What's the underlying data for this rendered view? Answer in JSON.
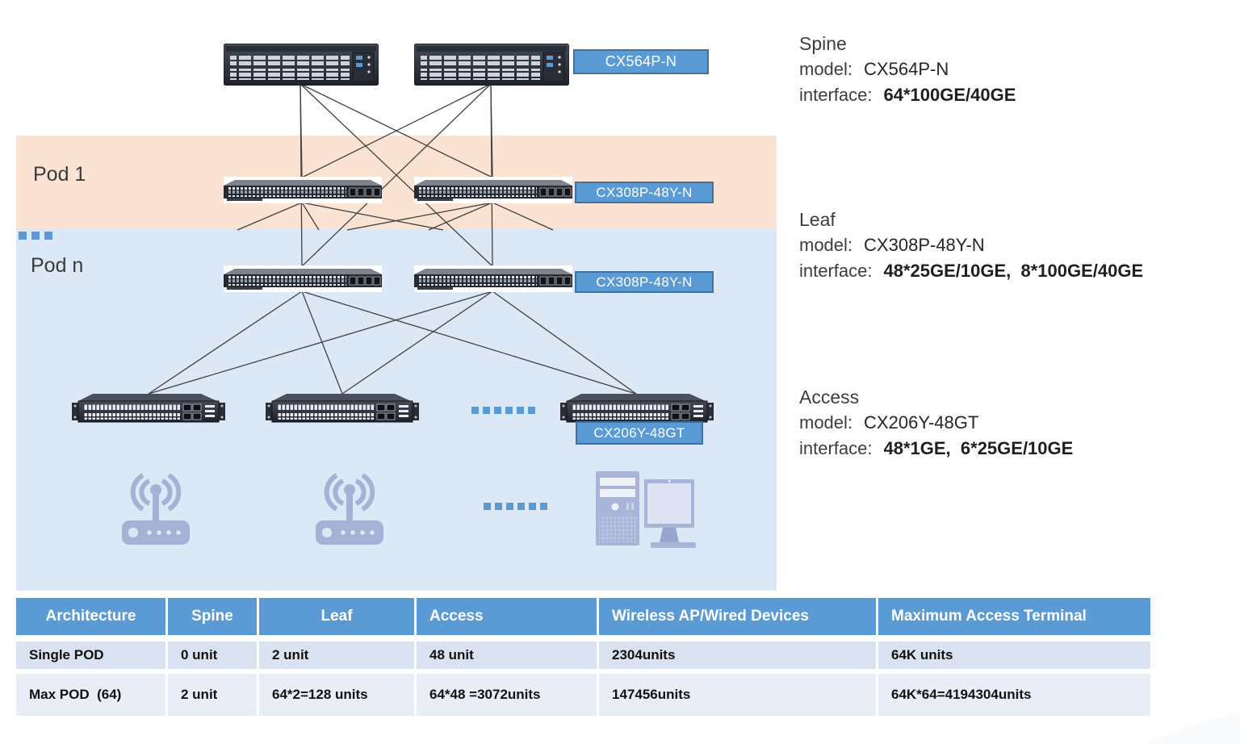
{
  "diagram": {
    "pods": {
      "pod1_label": "Pod 1",
      "podn_label": "Pod n"
    },
    "badges": {
      "spine": "CX564P-N",
      "leaf_pod1": "CX308P-48Y-N",
      "leaf_podn": "CX308P-48Y-N",
      "access": "CX206Y-48GT"
    },
    "icons": {
      "wireless_ap": "wifi-router",
      "wired_device": "desktop-pc",
      "more_items": "ellipsis-dots"
    },
    "colors": {
      "accent_blue": "#5b9bd5",
      "badge_border": "#41719c",
      "pod1_band": "#fae3d3",
      "podn_band": "#dce8f5",
      "link_line": "#404040",
      "endpoint_icon": "#a6b1d6"
    }
  },
  "info_blocks": [
    {
      "title": "Spine",
      "model_label": "model:",
      "model": "CX564P-N",
      "interface_label": "interface:",
      "interface": "64*100GE/40GE"
    },
    {
      "title": "Leaf",
      "model_label": "model:",
      "model": "CX308P-48Y-N",
      "interface_label": "interface:",
      "interface": "48*25GE/10GE,  8*100GE/40GE"
    },
    {
      "title": "Access",
      "model_label": "model:",
      "model": "CX206Y-48GT",
      "interface_label": "interface:",
      "interface": "48*1GE,  6*25GE/10GE"
    }
  ],
  "table": {
    "headers": [
      "Architecture",
      "Spine",
      "Leaf",
      "Access",
      "Wireless AP/Wired Devices",
      "Maximum Access Terminal"
    ],
    "rows": [
      [
        "Single POD",
        "0 unit",
        "2 unit",
        "48 unit",
        "2304units",
        "64K units"
      ],
      [
        "Max POD  (64)",
        "2 unit",
        "64*2=128 units",
        "64*48 =3072units",
        "147456units",
        "64K*64=4194304units"
      ]
    ]
  }
}
